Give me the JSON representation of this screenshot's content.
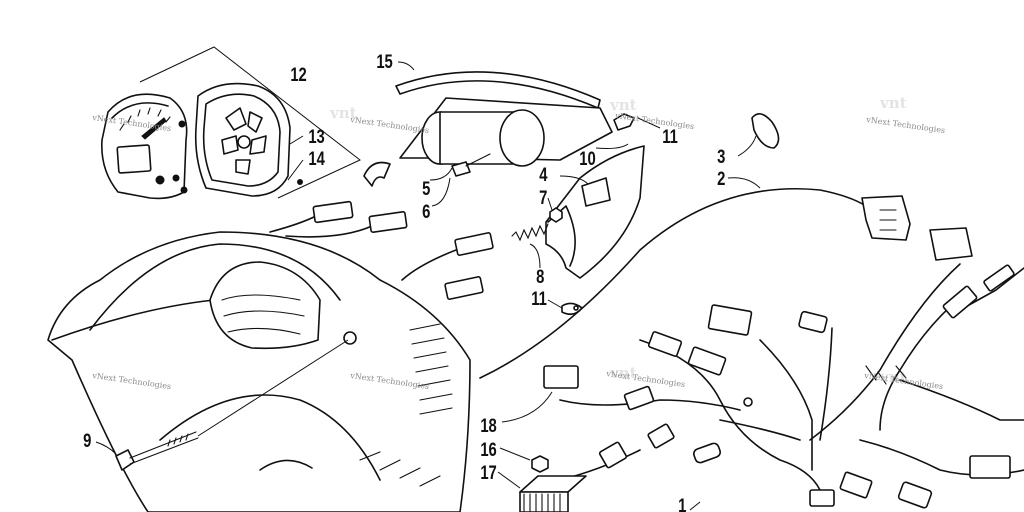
{
  "watermark": {
    "text": "vNext Technologies",
    "color": "#8a8a8a"
  },
  "callouts": [
    {
      "id": "c12",
      "text": "12"
    },
    {
      "id": "c15",
      "text": "15"
    },
    {
      "id": "c13",
      "text": "13"
    },
    {
      "id": "c14",
      "text": "14"
    },
    {
      "id": "c11a",
      "text": "11"
    },
    {
      "id": "c3",
      "text": "3"
    },
    {
      "id": "c10",
      "text": "10"
    },
    {
      "id": "c2",
      "text": "2"
    },
    {
      "id": "c4",
      "text": "4"
    },
    {
      "id": "c5",
      "text": "5"
    },
    {
      "id": "c7",
      "text": "7"
    },
    {
      "id": "c6",
      "text": "6"
    },
    {
      "id": "c8",
      "text": "8"
    },
    {
      "id": "c11b",
      "text": "11"
    },
    {
      "id": "c9",
      "text": "9"
    },
    {
      "id": "c18",
      "text": "18"
    },
    {
      "id": "c16",
      "text": "16"
    },
    {
      "id": "c17",
      "text": "17"
    },
    {
      "id": "c1",
      "text": "1"
    }
  ],
  "colors": {
    "line": "#111111",
    "background": "#ffffff"
  }
}
